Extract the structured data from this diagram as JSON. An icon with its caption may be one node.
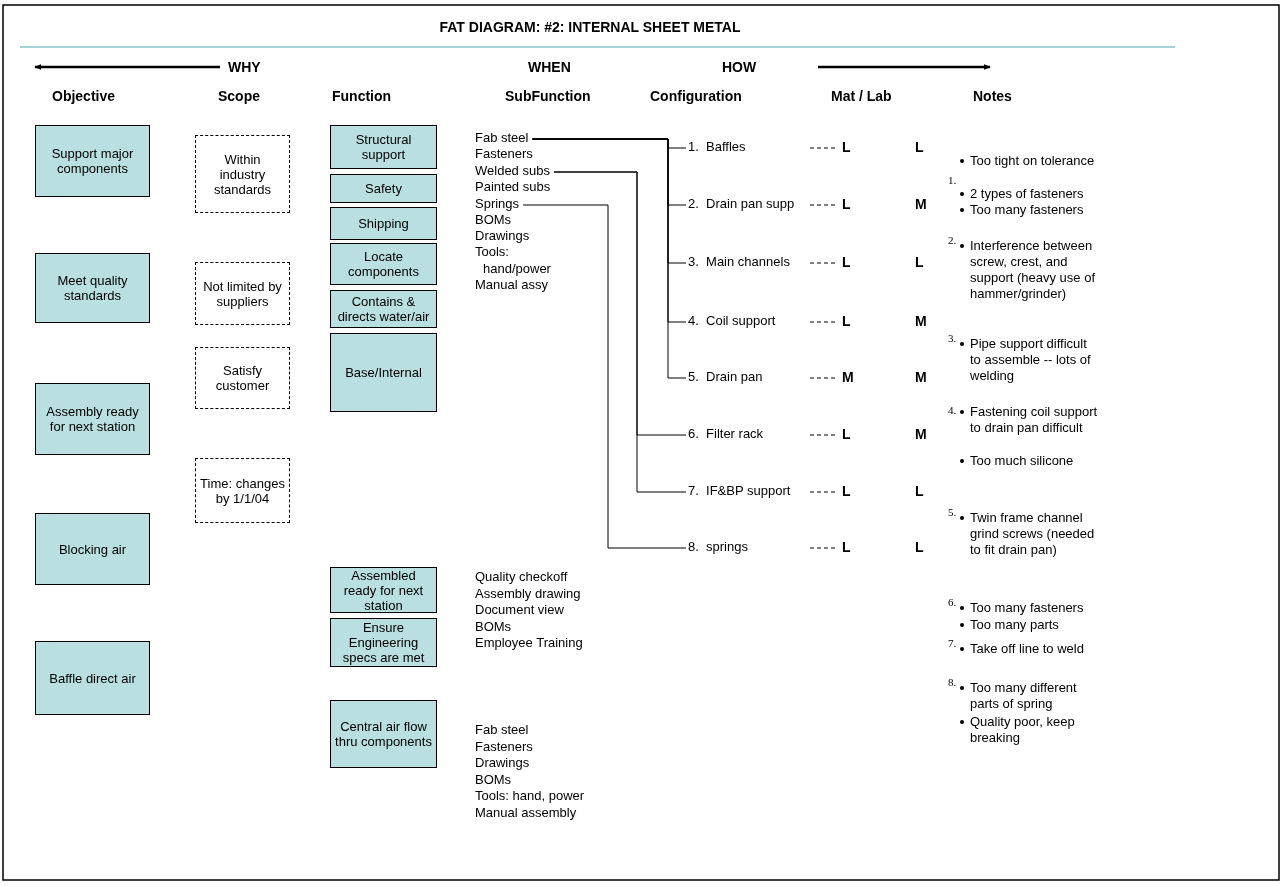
{
  "diagram": {
    "title": "FAT DIAGRAM: #2: INTERNAL SHEET METAL",
    "nodes": [
      {
        "text": [
          "Support major components"
        ]
      },
      {
        "text": [
          "Meet quality standards"
        ]
      },
      {
        "text": [
          "Assembly ready for next station"
        ]
      },
      {
        "text": [
          "Blocking air"
        ]
      },
      {
        "text": [
          "Baffle direct air"
        ]
      },
      {
        "text": [
          "Within industry standards"
        ]
      },
      {
        "text": [
          "Not limited by suppliers"
        ]
      },
      {
        "text": [
          "Satisfy customer"
        ]
      },
      {
        "text": [
          "Time: changes by 1/1/04"
        ]
      },
      {
        "text": [
          "Structural support"
        ]
      },
      {
        "text": [
          "Safety"
        ]
      },
      {
        "text": [
          "Shipping"
        ]
      },
      {
        "text": [
          "Locate components"
        ]
      },
      {
        "text": [
          "Contains & directs water/air"
        ]
      },
      {
        "text": [
          "Base/Internal"
        ]
      },
      {
        "text": [
          "Assembled ready for next station"
        ]
      },
      {
        "text": [
          "Ensure Engineering specs are met"
        ]
      },
      {
        "text": [
          "Central air flow thru components"
        ]
      },
      {
        "text": [
          "Fab steel"
        ]
      },
      {
        "text": [
          "Welded subs"
        ]
      },
      {
        "text": [
          "Springs"
        ]
      },
      {
        "text": [
          "1.  Baffles"
        ]
      },
      {
        "text": [
          "2.  Drain pan supp"
        ]
      },
      {
        "text": [
          "3.  Main channels"
        ]
      },
      {
        "text": [
          "4.  Coil support"
        ]
      },
      {
        "text": [
          "5.  Drain pan"
        ]
      },
      {
        "text": [
          "6.  Filter rack"
        ]
      },
      {
        "text": [
          "7.  IF&BP support"
        ]
      },
      {
        "text": [
          "8.  springs"
        ]
      }
    ],
    "edges": [
      {
        "from": 18,
        "to": 21,
        "arrow": "none"
      },
      {
        "from": 18,
        "to": 22,
        "arrow": "none"
      },
      {
        "from": 18,
        "to": 23,
        "arrow": "none"
      },
      {
        "from": 18,
        "to": 24,
        "arrow": "none"
      },
      {
        "from": 18,
        "to": 25,
        "arrow": "none"
      },
      {
        "from": 19,
        "to": 26,
        "arrow": "none"
      },
      {
        "from": 19,
        "to": 27,
        "arrow": "none"
      },
      {
        "from": 20,
        "to": 28,
        "arrow": "none"
      }
    ],
    "labels": [
      "WHY",
      "WHEN",
      "HOW",
      "Objective",
      "Scope",
      "Function",
      "SubFunction",
      "Configuration",
      "Mat / Lab",
      "Notes",
      "Fasteners",
      "Painted subs",
      "BOMs",
      "Drawings",
      "Tools: hand/power",
      "Manual assy",
      "L",
      "L",
      "L",
      "M",
      "L",
      "L",
      "L",
      "M",
      "M",
      "M",
      "L",
      "M",
      "L",
      "L",
      "L",
      "L",
      "1.",
      "Too tight on tolerance",
      "2 types of fasteners",
      "Too many fasteners",
      "2.",
      "Interference between screw, crest, and support (heavy use of hammer/grinder)",
      "3.",
      "Pipe support difficult to assemble -- lots of welding",
      "4.",
      "Fastening coil support to drain pan difficult",
      "Too much silicone",
      "5.",
      "Twin frame channel grind screws (needed to fit drain pan)",
      "6.",
      "Too many fasteners",
      "Too many parts",
      "7.",
      "Take off line to weld",
      "8.",
      "Too many different parts of spring",
      "Quality poor, keep breaking",
      "Quality checkoff",
      "Assembly drawing",
      "Document view",
      "BOMs",
      "Employee Training",
      "Fab steel",
      "Fasteners",
      "Drawings",
      "BOMs",
      "Tools: hand, power",
      "Manual assembly"
    ]
  }
}
